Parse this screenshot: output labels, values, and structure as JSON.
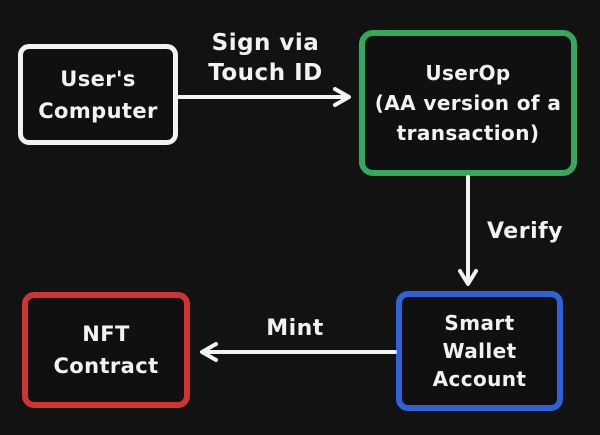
{
  "diagram": {
    "colors": {
      "background": "#121212",
      "text": "#f2f2f2",
      "arrow": "#f2f2f2"
    },
    "nodes": [
      {
        "id": "users-computer",
        "lines": [
          "User's",
          "Computer"
        ],
        "border_color": "#f2f2f2"
      },
      {
        "id": "userop",
        "lines": [
          "UserOp",
          "(AA version of a",
          "transaction)"
        ],
        "border_color": "#35a85b"
      },
      {
        "id": "smart-wallet-account",
        "lines": [
          "Smart",
          "Wallet",
          "Account"
        ],
        "border_color": "#2e62d9"
      },
      {
        "id": "nft-contract",
        "lines": [
          "NFT",
          "Contract"
        ],
        "border_color": "#d23333"
      }
    ],
    "edges": [
      {
        "from": "users-computer",
        "to": "userop",
        "label_lines": [
          "Sign via",
          "Touch ID"
        ]
      },
      {
        "from": "userop",
        "to": "smart-wallet-account",
        "label_lines": [
          "Verify"
        ]
      },
      {
        "from": "smart-wallet-account",
        "to": "nft-contract",
        "label_lines": [
          "Mint"
        ]
      }
    ]
  }
}
